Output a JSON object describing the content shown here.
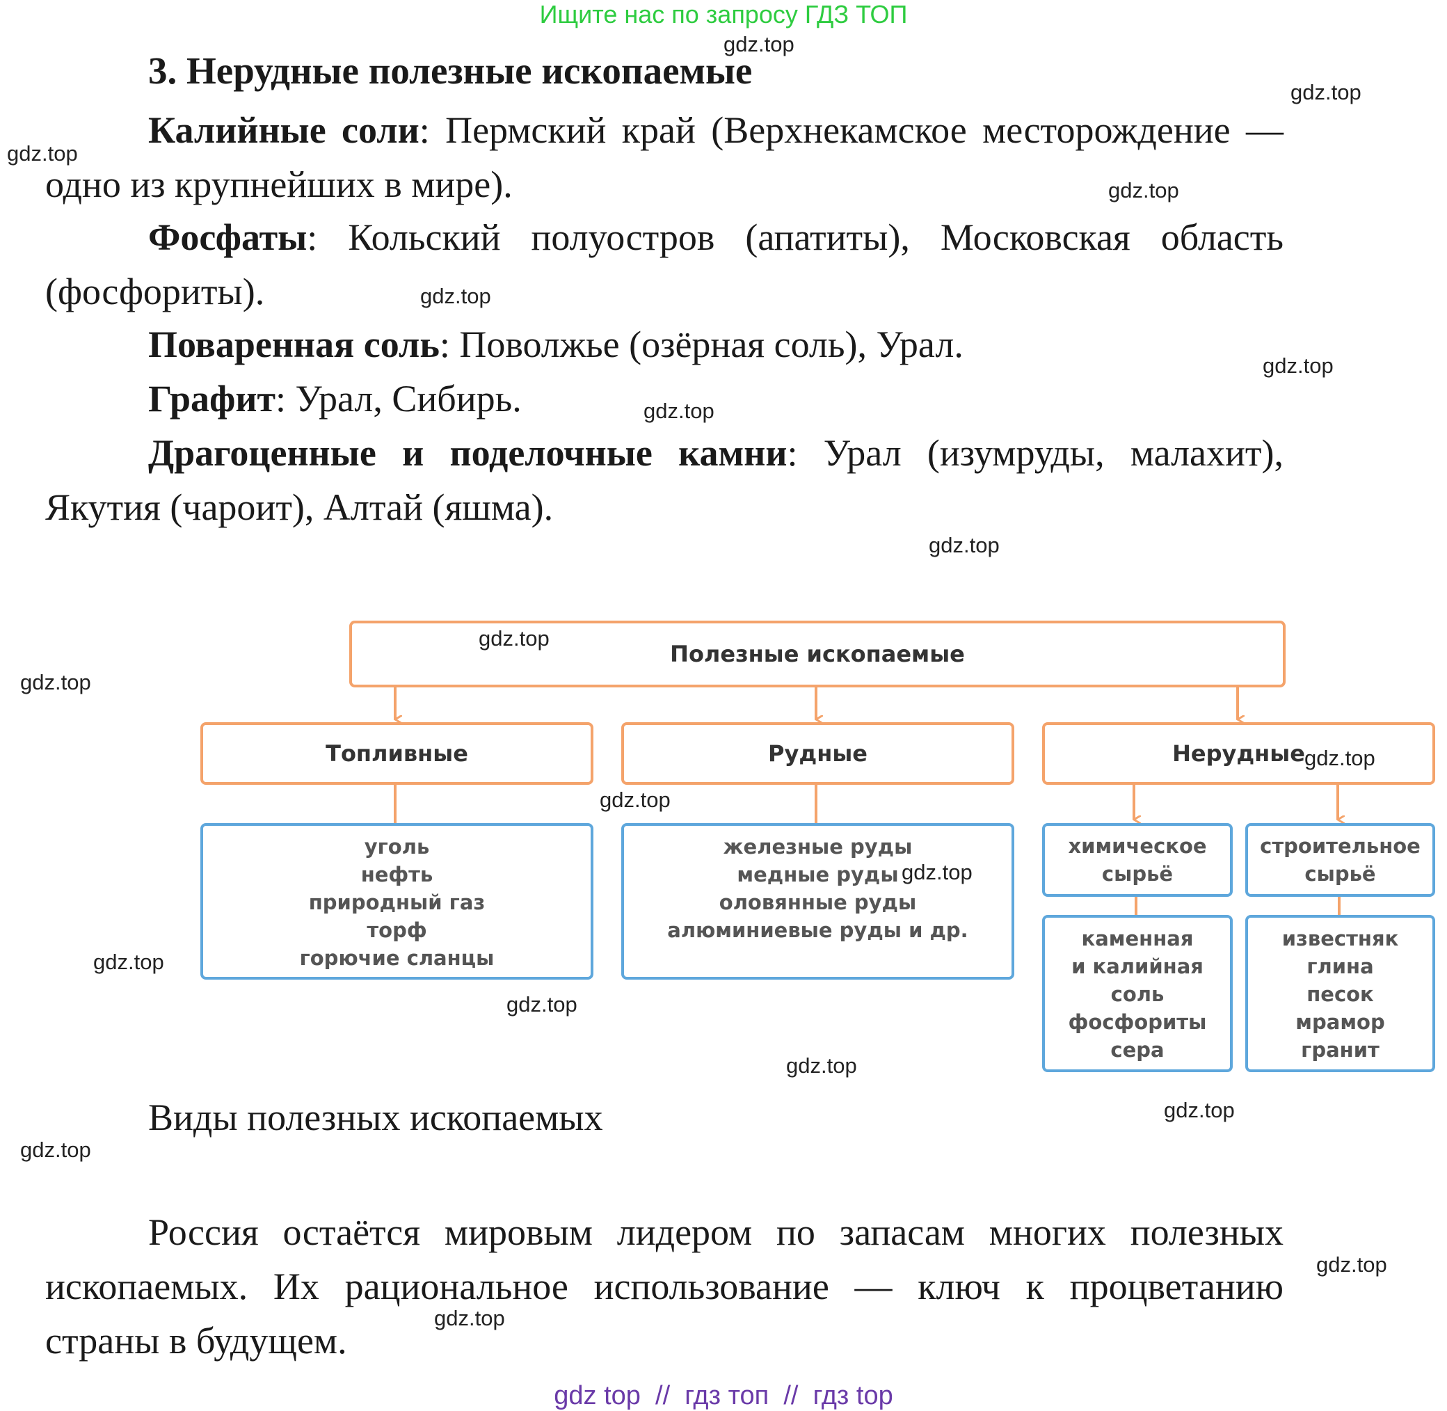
{
  "banner_top": "Ищите нас по запросу ГДЗ ТОП",
  "heading": "3. Нерудные полезные ископаемые",
  "paragraphs": [
    {
      "term": "Калийные соли",
      "text": ": Пермский край (Верхнекамское месторождение — одно из крупнейших в мире)."
    },
    {
      "term": "Фосфаты",
      "text": ": Кольский полуостров (апатиты), Московская область (фосфориты)."
    },
    {
      "term": "Поваренная соль",
      "text": ": Поволжье (озёрная соль), Урал."
    },
    {
      "term": "Графит",
      "text": ": Урал, Сибирь."
    },
    {
      "term": "Драгоценные и поделочные камни",
      "text": ": Урал (изумруды, малахит), Якутия (чароит), Алтай (яшма)."
    }
  ],
  "diagram": {
    "root": "Полезные ископаемые",
    "categories": [
      "Топливные",
      "Рудные",
      "Нерудные"
    ],
    "fuel_items": [
      "уголь",
      "нефть",
      "природный газ",
      "торф",
      "горючие сланцы"
    ],
    "ore_items": [
      "железные руды",
      "медные руды",
      "оловянные руды",
      "алюминиевые руды и др."
    ],
    "nonmetal_sub": [
      "химическое сырьё",
      "строительное сырьё"
    ],
    "chemical_items": [
      "каменная",
      "и калийная соль",
      "фосфориты",
      "сера"
    ],
    "construction_items": [
      "известняк",
      "глина",
      "песок",
      "мрамор",
      "гранит"
    ]
  },
  "caption": "Виды полезных ископаемых",
  "conclusion": "Россия остаётся мировым лидером по запасам многих полезных ископаемых. Их рациональное использование — ключ к процветанию страны в будущем.",
  "watermark": "gdz.top",
  "banner_bottom": "gdz top  //  гдз топ  //  гдз top",
  "colors": {
    "orange": "#f4a36b",
    "blue": "#5ea7dc",
    "banner_top": "#2ecc40",
    "banner_bottom": "#6a3aa8"
  }
}
